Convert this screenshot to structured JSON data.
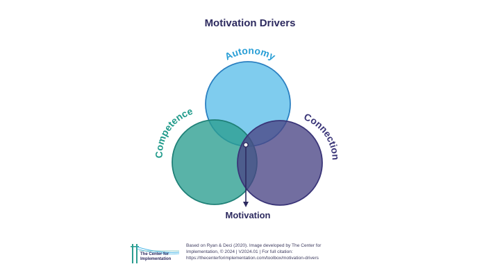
{
  "title": "Motivation Drivers",
  "circles": {
    "autonomy": {
      "label": "Autonomy",
      "fill": "#4db8e8",
      "stroke": "#2a7fc0"
    },
    "competence": {
      "label": "Competence",
      "fill": "#2a9d8f",
      "stroke": "#1f8077"
    },
    "connection": {
      "label": "Connection",
      "fill": "#4a4585",
      "stroke": "#3a3578"
    }
  },
  "center_label": "Motivation",
  "colors": {
    "title": "#2d2a5f",
    "autonomy_label": "#2a9fd6",
    "competence_label": "#1f9a8a",
    "connection_label": "#3a3578",
    "arrow": "#2d2a5f"
  },
  "footer": {
    "logo_line1": "The Center for",
    "logo_line2": "Implementation",
    "citation_line1": "Based on Ryan & Deci (2020). Image developed by The Center for",
    "citation_line2": "Implementation, © 2024 | V2024.01 | For full citation:",
    "citation_line3": "https://thecenterforimplementation.com/toolbox/motivation-drivers"
  }
}
